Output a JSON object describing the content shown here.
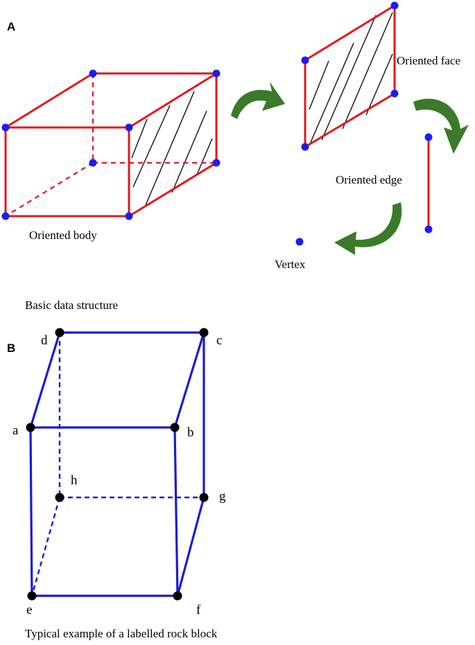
{
  "panel_a": {
    "letter": "A",
    "labels": {
      "body": "Oriented body",
      "face": "Oriented face",
      "edge": "Oriented edge",
      "vertex": "Vertex"
    },
    "caption": "Basic data structure"
  },
  "panel_b": {
    "letter": "B",
    "vertices": [
      "a",
      "b",
      "c",
      "d",
      "e",
      "f",
      "g",
      "h"
    ],
    "caption": "Typical example of a labelled rock block"
  },
  "colors": {
    "edge_red": "#e8141c",
    "vertex_blue": "#1c1cf0",
    "edge_blue": "#1a1ad6",
    "arrow_green": "#3a7a28",
    "vertex_black": "#000000"
  }
}
